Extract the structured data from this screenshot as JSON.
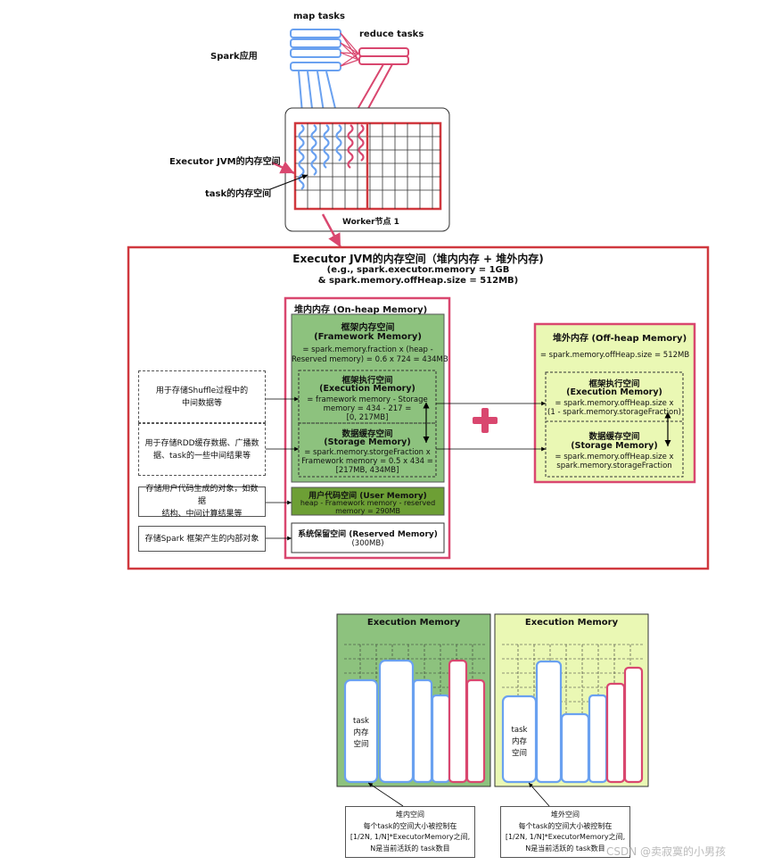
{
  "top": {
    "map_tasks": "map tasks",
    "reduce_tasks": "reduce tasks",
    "spark_app": "Spark应用",
    "executor_jvm": "Executor JVM的内存空间",
    "task_space": "task的内存空间",
    "worker": "Worker节点 1"
  },
  "executor": {
    "title": "Executor JVM的内存空间（堆内内存 + 堆外内存)",
    "example1": "(e.g., spark.executor.memory = 1GB",
    "example2": "& spark.memory.offHeap.size = 512MB)"
  },
  "onheap": {
    "title": "堆内内存 (On-heap Memory)",
    "framework_title": "框架内存空间",
    "framework_en": "(Framework Memory)",
    "framework_formula1": "= spark.memory.fraction x (heap -",
    "framework_formula2": "Reserved memory) = 0.6 x 724 = 434MB",
    "exec_title": "框架执行空间",
    "exec_en": "(Execution Memory)",
    "exec_f1": "= framework memory - Storage",
    "exec_f2": "memory = 434 - 217 =",
    "exec_f3": "[0, 217MB]",
    "storage_title": "数据缓存空间",
    "storage_en": "(Storage Memory)",
    "storage_f1": "= spark.memory.storgeFraction x",
    "storage_f2": "Framework memory = 0.5 x 434 =",
    "storage_f3": "[217MB, 434MB]",
    "user_title": "用户代码空间 (User Memory)",
    "user_f1": "heap - Framework memory - reserved",
    "user_f2": "memory = 290MB",
    "reserved_title": "系统保留空间 (Reserved Memory)",
    "reserved_f1": "(300MB)"
  },
  "offheap": {
    "title": "堆外内存 (Off-heap Memory)",
    "size": "= spark.memory.offHeap.size = 512MB",
    "exec_title": "框架执行空间",
    "exec_en": "(Execution Memory)",
    "exec_f1": "= spark.memory.offHeap.size x",
    "exec_f2": "(1 - spark.memory.storageFraction)",
    "storage_title": "数据缓存空间",
    "storage_en": "(Storage Memory)",
    "storage_f1": "= spark.memory.offHeap.size x",
    "storage_f2": "spark.memory.storageFraction"
  },
  "notes": {
    "shuffle1": "用于存储Shuffle过程中的",
    "shuffle2": "中间数据等",
    "rdd1": "用于存储RDD缓存数据、广播数",
    "rdd2": "据、task的一些中间结果等",
    "user1": "存储用户代码生成的对象，如数据",
    "user2": "结构、中间计算结果等",
    "reserved1": "存储Spark 框架产生的内部对象"
  },
  "bottom": {
    "left_title": "Execution Memory",
    "right_title": "Execution Memory",
    "task1": "task",
    "task2": "内存",
    "task3": "空间",
    "left_caption1": "堆内空间",
    "left_caption2": "每个task的空间大小被控制在",
    "left_caption3": "[1/2N, 1/N]*ExecutorMemory之间,",
    "left_caption4": "N是当前活跃的 task数目",
    "right_caption1": "堆外空间",
    "right_caption2": "每个task的空间大小被控制在",
    "right_caption3": "[1/2N, 1/N]*ExecutorMemory之间,",
    "right_caption4": "N是当前活跃的 task数目",
    "watermark": "CSDN @卖寂寞的小男孩"
  },
  "colors": {
    "red": "#d0383e",
    "pink": "#d9476f",
    "blue": "#6aa1f0",
    "green": "#8dc27e",
    "darkgreen": "#6d9f35",
    "lime": "#eaf8b4"
  }
}
